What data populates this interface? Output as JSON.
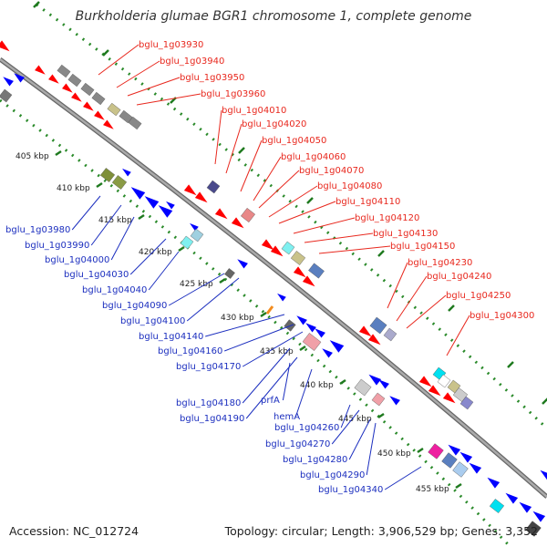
{
  "title": "Burkholderia glumae BGR1 chromosome 1, complete genome",
  "footer": {
    "accession": "Accession: NC_012724",
    "topology": "Topology: circular; Length: 3,906,529 bp; Genes: 3,352"
  },
  "colors": {
    "forward_label": "#e8281e",
    "reverse_label": "#1c2fbf",
    "forward_gene": "#ff0000",
    "reverse_gene": "#0000ff",
    "backbone": "#888888",
    "tick_dots": "#2a8a2a",
    "tick_dash": "#1f7a1f"
  },
  "scale_ticks": [
    {
      "label": "405 kbp"
    },
    {
      "label": "410 kbp"
    },
    {
      "label": "415 kbp"
    },
    {
      "label": "420 kbp"
    },
    {
      "label": "425 kbp"
    },
    {
      "label": "430 kbp"
    },
    {
      "label": "435 kbp"
    },
    {
      "label": "440 kbp"
    },
    {
      "label": "445 kbp"
    },
    {
      "label": "450 kbp"
    },
    {
      "label": "455 kbp"
    }
  ],
  "forward_labels": [
    "bglu_1g03930",
    "bglu_1g03940",
    "bglu_1g03950",
    "bglu_1g03960",
    "bglu_1g04010",
    "bglu_1g04020",
    "bglu_1g04050",
    "bglu_1g04060",
    "bglu_1g04070",
    "bglu_1g04080",
    "bglu_1g04110",
    "bglu_1g04120",
    "bglu_1g04130",
    "bglu_1g04150",
    "bglu_1g04230",
    "bglu_1g04240",
    "bglu_1g04250",
    "bglu_1g04300"
  ],
  "reverse_labels": [
    "bglu_1g03980",
    "bglu_1g03990",
    "bglu_1g04000",
    "bglu_1g04030",
    "bglu_1g04040",
    "bglu_1g04090",
    "bglu_1g04100",
    "bglu_1g04140",
    "bglu_1g04160",
    "bglu_1g04170",
    "bglu_1g04180",
    "prfA",
    "bglu_1g04190",
    "hemA",
    "bglu_1g04260",
    "bglu_1g04270",
    "bglu_1g04280",
    "bglu_1g04290",
    "bglu_1g04340"
  ]
}
